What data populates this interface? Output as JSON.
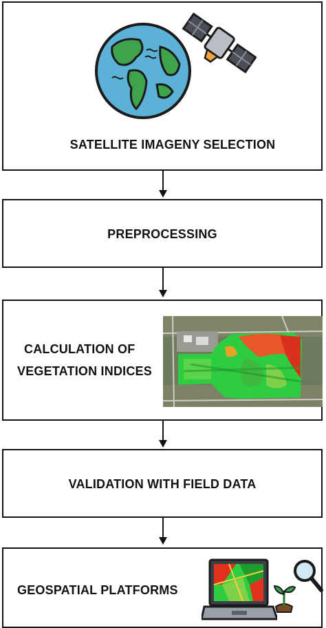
{
  "steps": [
    {
      "label": "SATELLITE IMAGENY SELECTION",
      "icons": [
        "globe-icon",
        "satellite-icon"
      ]
    },
    {
      "label": "PREPROCESSING"
    },
    {
      "label_lines": [
        "CALCULATION OF",
        "VEGETATION INDICES"
      ],
      "icons": [
        "vegetation-map-image"
      ]
    },
    {
      "label": "VALIDATION WITH FIELD DATA"
    },
    {
      "label": "GEOSPATIAL PLATFORMS",
      "icons": [
        "laptop-map-icon",
        "seedling-icon",
        "magnifier-icon"
      ]
    }
  ],
  "colors": {
    "border": "#111111",
    "ocean": "#4fa3c7",
    "land": "#3fa34d",
    "field_green": "#2ecc40",
    "field_red": "#e0321c"
  }
}
